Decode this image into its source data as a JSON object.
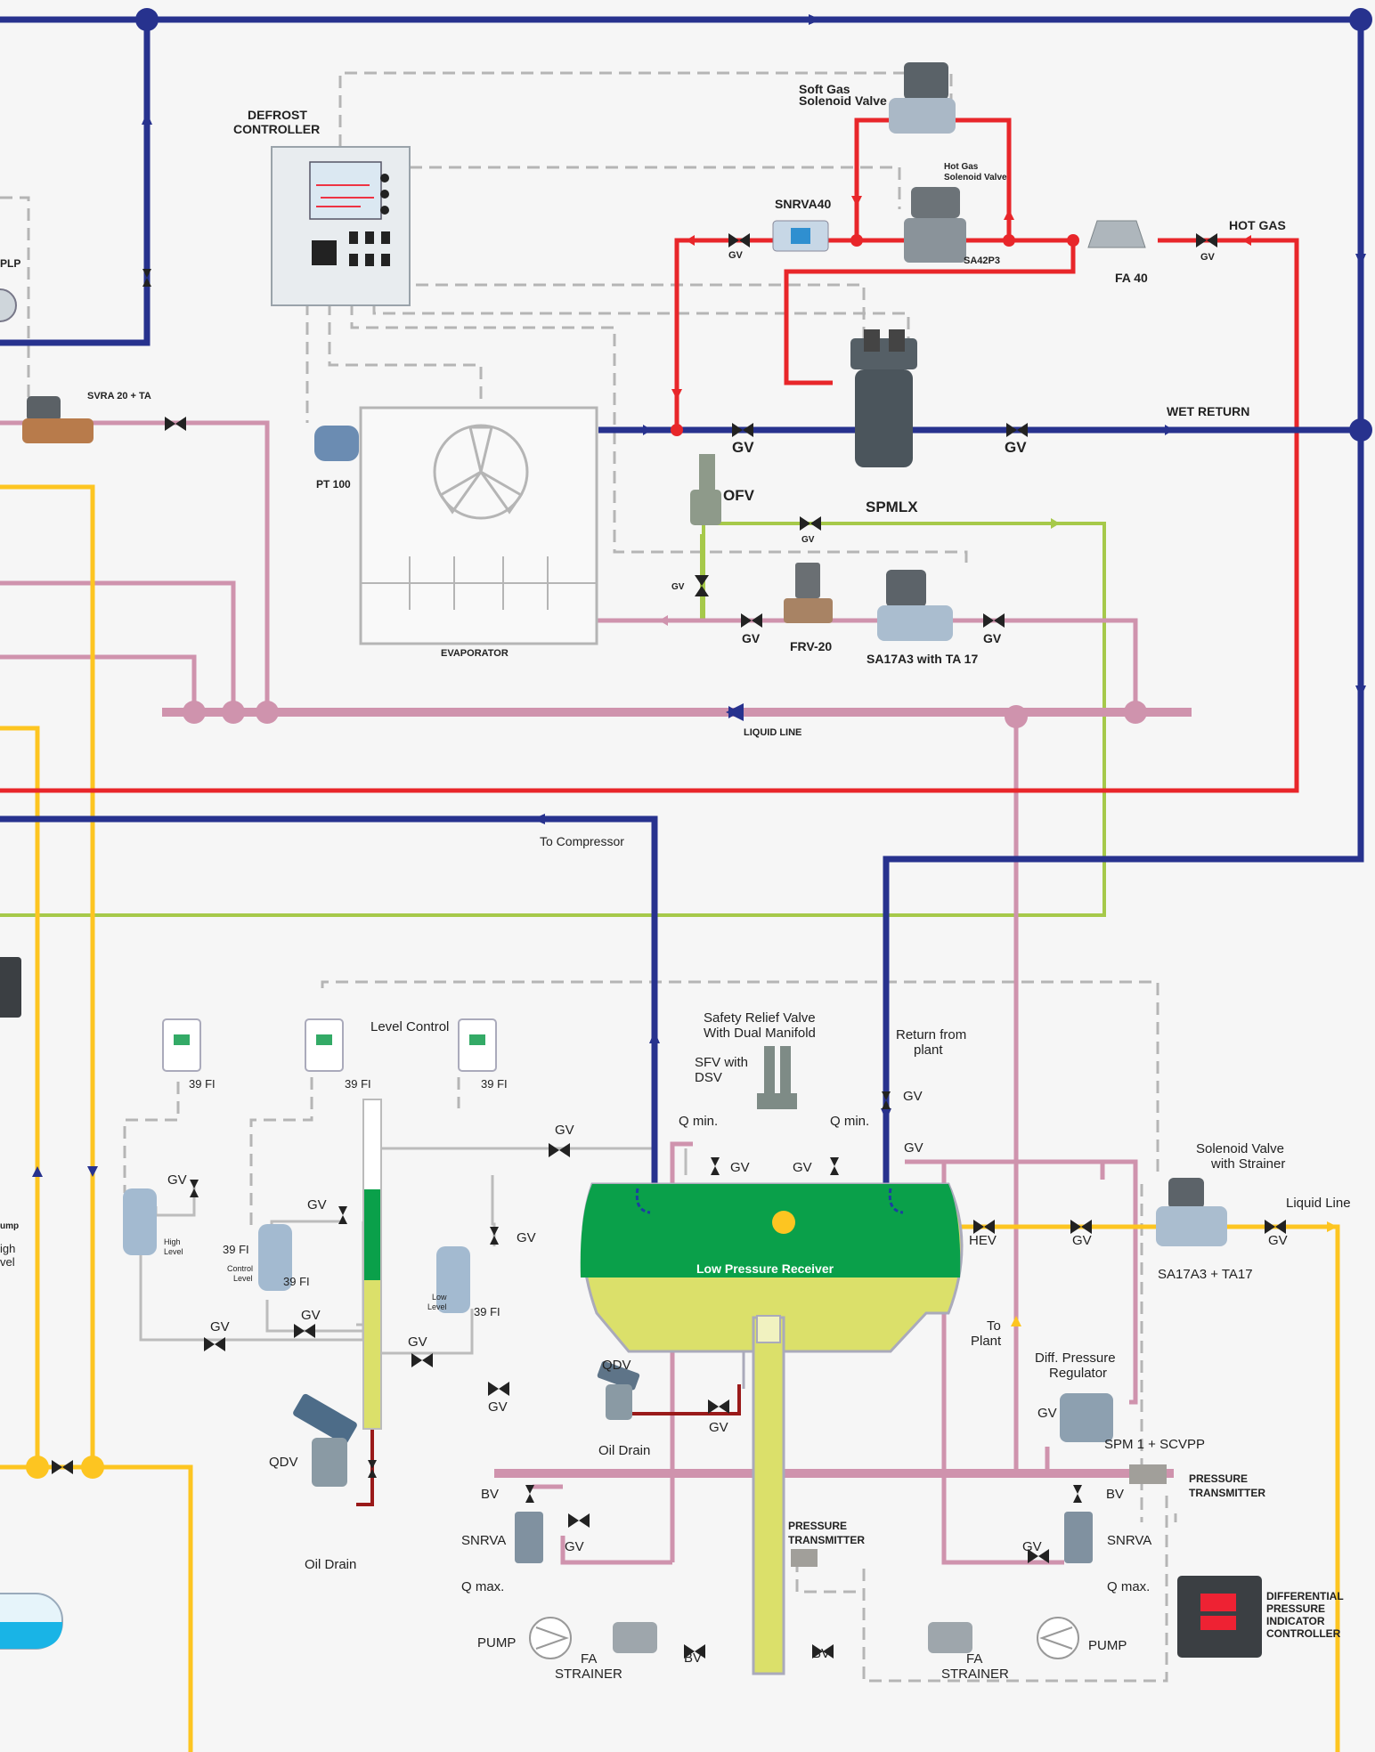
{
  "colors": {
    "blue": "#27328e",
    "red": "#e8262a",
    "pink": "#cf93ad",
    "yellow": "#fdc521",
    "lime": "#a6c94a",
    "grey": "#bcbcbc",
    "dash": "#b3b3b3",
    "darkred": "#9a1a1a",
    "receiver_green": "#0aa04a",
    "receiver_yellow": "#dbe06a"
  },
  "labels": {
    "soft_gas": "Soft Gas",
    "solenoid_valve": "Solenoid Valve",
    "hot_gas": "Hot Gas",
    "defrost": "DEFROST",
    "controller": "CONTROLLER",
    "snrva40": "SNRVA40",
    "sa42p3": "SA42P3",
    "fa40": "FA 40",
    "hot_gas_line": "HOT GAS",
    "gv": "GV",
    "plp": "PLP",
    "svra": "SVRA 20 + TA",
    "pt100": "PT 100",
    "wet_return": "WET RETURN",
    "spmlx": "SPMLX",
    "ofv": "OFV",
    "frv20": "FRV-20",
    "sa17a3_ta17": "SA17A3 with TA 17",
    "evaporator": "EVAPORATOR",
    "liquid_line_caps": "LIQUID LINE",
    "to_compressor": "To Compressor",
    "level_control": "Level Control",
    "fi39": "39 FI",
    "safety_relief_1": "Safety Relief Valve",
    "safety_relief_2": "With Dual Manifold",
    "sfv_with": "SFV with",
    "dsv": "DSV",
    "q_min": "Q min.",
    "return_from": "Return from",
    "plant": "plant",
    "solenoid_valve_sc": "Solenoid Valve",
    "with_strainer": "with Strainer",
    "liquid_line": "Liquid Line",
    "hev": "HEV",
    "sa17a3_ta17b": "SA17A3 + TA17",
    "lpr": "Low Pressure Receiver",
    "high": "High",
    "level": "Level",
    "control": "Control",
    "low": "Low",
    "qdv": "QDV",
    "oil_drain": "Oil Drain",
    "to": "To",
    "plant_cap": "Plant",
    "diff_pressure": "Diff. Pressure",
    "regulator": "Regulator",
    "spm1_scvpp": "SPM 1 + SCVPP",
    "pressure": "PRESSURE",
    "transmitter": "TRANSMITTER",
    "bv": "BV",
    "snrva": "SNRVA",
    "q_max": "Q max.",
    "pump": "PUMP",
    "fa": "FA",
    "strainer": "STRAINER",
    "differential": "DIFFERENTIAL",
    "indicator": "INDICATOR",
    "ump": "ump",
    "igh": "igh",
    "vel": "vel"
  }
}
